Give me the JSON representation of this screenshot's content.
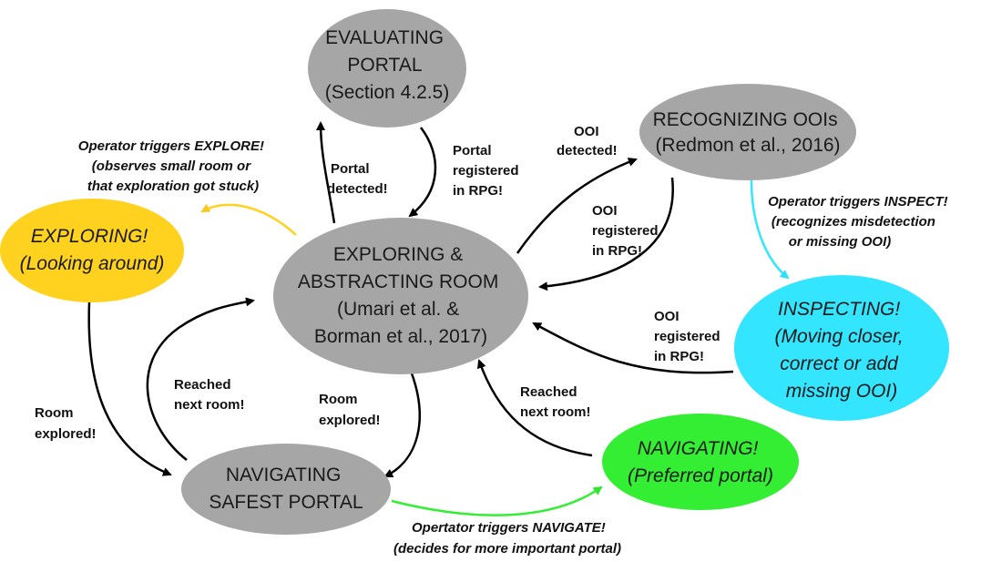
{
  "colors": {
    "gray_node": "#a6a6a6",
    "explore": "#ffd21f",
    "explore_arrow": "#f8c81e",
    "inspect": "#33e5ff",
    "inspect_arrow": "#31e0f5",
    "navigate": "#33ee33",
    "navigate_arrow": "#2ee62e",
    "arrow": "#000000"
  },
  "nodes": {
    "evaluating_portal": {
      "lines": [
        "EVALUATING",
        "PORTAL",
        "(Section 4.2.5)"
      ]
    },
    "recognizing_oois": {
      "lines": [
        "RECOGNIZING OOIs",
        "(Redmon et al., 2016)"
      ]
    },
    "exploring_room": {
      "lines": [
        "EXPLORING &",
        "ABSTRACTING ROOM",
        "(Umari et al. &",
        "Borman et al., 2017)"
      ]
    },
    "exploring_looking": {
      "lines": [
        "EXPLORING!",
        "(Looking around)"
      ]
    },
    "inspecting": {
      "lines": [
        "INSPECTING!",
        "(Moving closer,",
        "correct or add",
        "missing OOI)"
      ]
    },
    "navigating_safest": {
      "lines": [
        "NAVIGATING",
        "SAFEST PORTAL"
      ]
    },
    "navigating_preferred": {
      "lines": [
        "NAVIGATING!",
        "(Preferred portal)"
      ]
    }
  },
  "edge_labels": {
    "portal_detected": [
      "Portal",
      "detected!"
    ],
    "portal_registered": [
      "Portal",
      "registered",
      "in RPG!"
    ],
    "ooi_detected": [
      "OOI",
      "detected!"
    ],
    "ooi_registered_1": [
      "OOI",
      "registered",
      "in RPG!"
    ],
    "ooi_registered_2": [
      "OOI",
      "registered",
      "in RPG!"
    ],
    "operator_explore": [
      "Operator triggers EXPLORE!",
      "(observes small room or",
      "that exploration got stuck)"
    ],
    "operator_inspect": [
      "Operator triggers INSPECT!",
      "(recognizes misdetection",
      "or missing OOI)"
    ],
    "operator_navigate": [
      "Opertator triggers NAVIGATE!",
      "(decides for more important portal)"
    ],
    "room_explored_left": [
      "Room",
      "explored!"
    ],
    "reached_next_room_left": [
      "Reached",
      "next room!"
    ],
    "room_explored_center": [
      "Room",
      "explored!"
    ],
    "reached_next_room_right": [
      "Reached",
      "next room!"
    ]
  }
}
